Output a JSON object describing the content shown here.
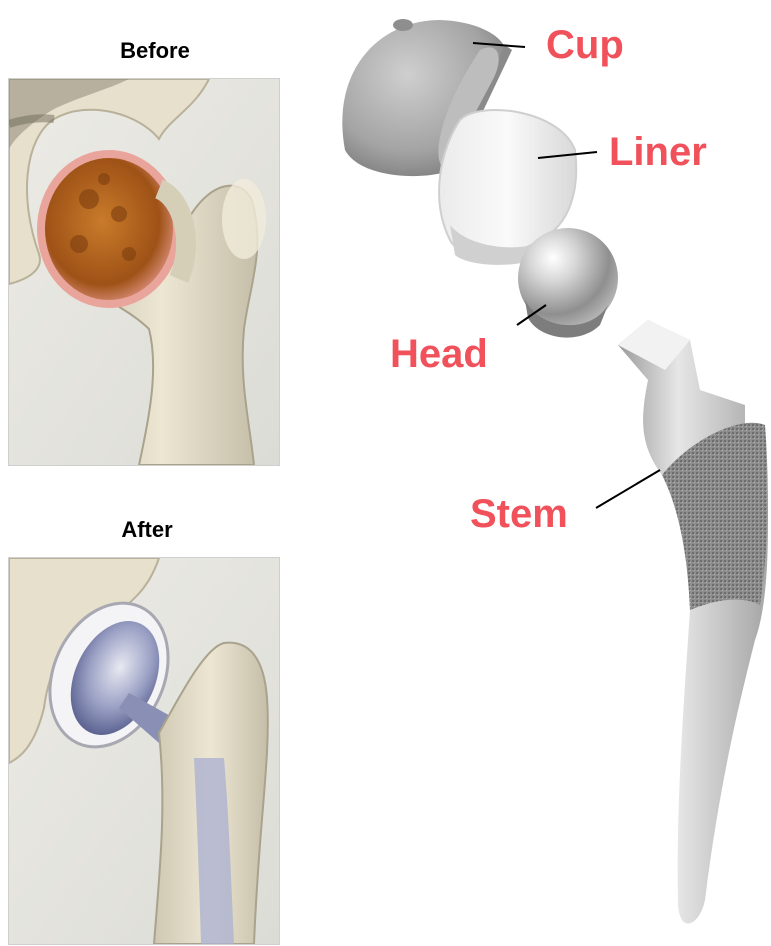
{
  "panels": {
    "before_title": "Before",
    "after_title": "After"
  },
  "parts": {
    "cup": "Cup",
    "liner": "Liner",
    "head": "Head",
    "stem": "Stem"
  },
  "colors": {
    "label": "#f0515a",
    "leader_line": "#000000"
  }
}
